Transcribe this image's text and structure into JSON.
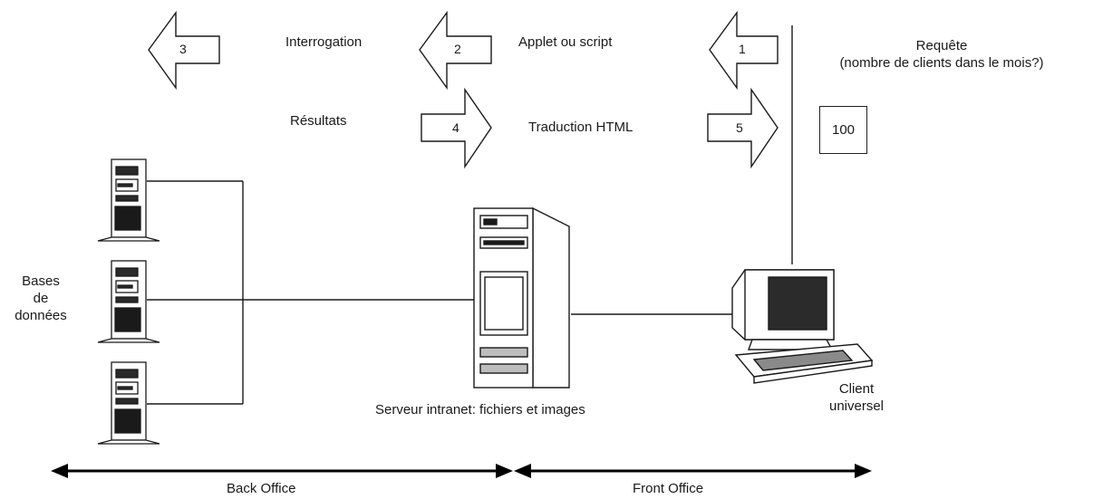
{
  "steps": [
    {
      "num": "1"
    },
    {
      "num": "2"
    },
    {
      "num": "3"
    },
    {
      "num": "4"
    },
    {
      "num": "5"
    }
  ],
  "labels": {
    "interrogation": "Interrogation",
    "applet": "Applet ou script",
    "requete_line1": "Requête",
    "requete_line2": "(nombre de clients dans le mois?)",
    "resultats": "Résultats",
    "traduction": "Traduction HTML",
    "result_value": "100",
    "bases_line1": "Bases",
    "bases_line2": "de",
    "bases_line3": "données",
    "serveur": "Serveur intranet: fichiers et images",
    "client_line1": "Client",
    "client_line2": "universel",
    "back_office": "Back Office",
    "front_office": "Front Office"
  }
}
